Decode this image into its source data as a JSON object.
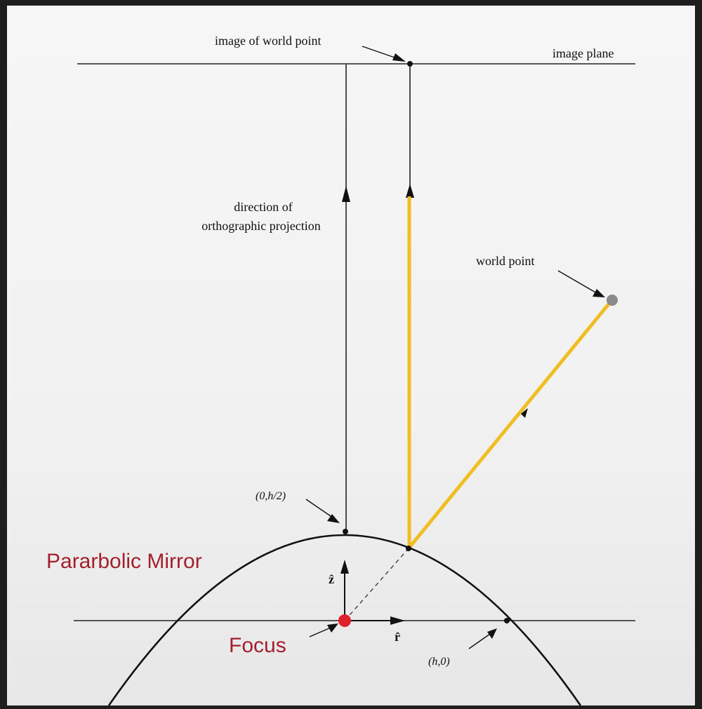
{
  "labels": {
    "image_of_world_point": "image of world point",
    "image_plane": "image plane",
    "direction_line1": "direction of",
    "direction_line2": "orthographic projection",
    "world_point": "world point",
    "vertex": "(0,h/2)",
    "z_hat": "ẑ",
    "r_hat": "r̂",
    "h_zero": "(h,0)",
    "mirror": "Pararbolic Mirror",
    "focus": "Focus"
  },
  "colors": {
    "panel_background": "#f3f3f3",
    "frame": "#1e1e1e",
    "ray": "#f0be22",
    "focus": "#e0202a",
    "world_point": "#8a8a8a",
    "line": "#222222",
    "caption_red": "#a3202c"
  }
}
